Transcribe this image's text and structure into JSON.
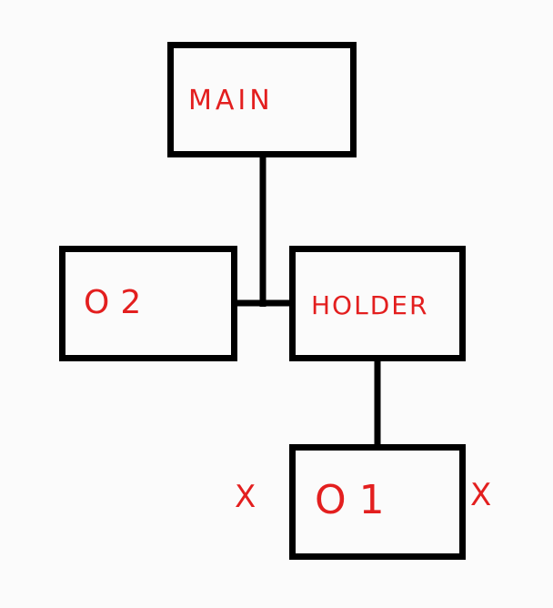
{
  "diagram": {
    "nodes": {
      "main": {
        "label": "MAIN"
      },
      "o2": {
        "label": "O2"
      },
      "holder": {
        "label": "HOLDER"
      },
      "o1": {
        "label": "O1"
      }
    },
    "marks": {
      "left_x": "X",
      "right_x": "X"
    },
    "edges": [
      {
        "from": "main",
        "to": "holder"
      },
      {
        "from": "o2",
        "to": "holder"
      },
      {
        "from": "holder",
        "to": "o1"
      }
    ],
    "colors": {
      "stroke": "#000000",
      "text": "#e31f1f",
      "background": "#fbfbfb"
    }
  }
}
